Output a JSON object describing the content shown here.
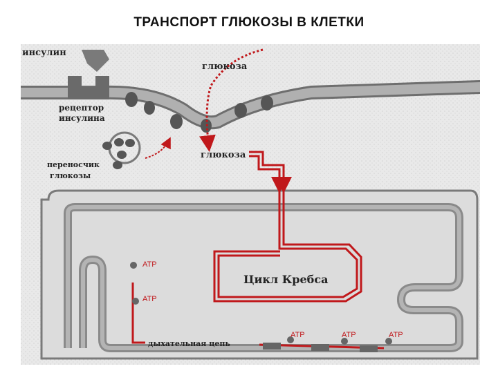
{
  "title": "ТРАНСПОРТ ГЛЮКОЗЫ В КЛЕТКИ",
  "labels": {
    "insulin": "инсулин",
    "glucose_outside": "глюкоза",
    "receptor_line1": "рецептор",
    "receptor_line2": "инсулина",
    "carriers_line1": "переносчик",
    "carriers_line2": "глюкозы",
    "glucose_inside": "глюкоза",
    "krebs_cycle": "Цикл Кребса",
    "respiratory_chain": "дыхательная цепь",
    "atp": "ATP"
  },
  "colors": {
    "background_speckle": "#e4e4e4",
    "membrane": "#a6a6a6",
    "membrane_edge": "#6e6e6e",
    "protein": "#555555",
    "pathway_red": "#c0181b",
    "text": "#222222"
  }
}
